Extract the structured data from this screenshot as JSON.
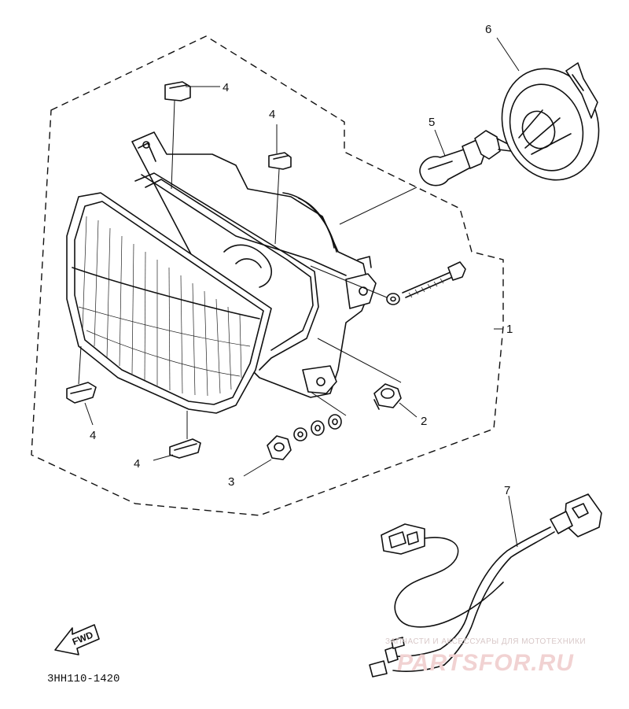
{
  "diagram": {
    "part_code": "3HH110-1420",
    "fwd_label": "FWD",
    "callouts": [
      {
        "id": "c1",
        "label": "1"
      },
      {
        "id": "c2",
        "label": "2"
      },
      {
        "id": "c3",
        "label": "3"
      },
      {
        "id": "c4a",
        "label": "4"
      },
      {
        "id": "c4b",
        "label": "4"
      },
      {
        "id": "c4c",
        "label": "4"
      },
      {
        "id": "c4d",
        "label": "4"
      },
      {
        "id": "c5",
        "label": "5"
      },
      {
        "id": "c6",
        "label": "6"
      },
      {
        "id": "c7",
        "label": "7"
      }
    ]
  },
  "watermark": {
    "tagline": "ЗАПЧАСТИ И АКСЕССУАРЫ ДЛЯ МОТОТЕХНИКИ",
    "brand": "PARTSFOR.RU"
  }
}
